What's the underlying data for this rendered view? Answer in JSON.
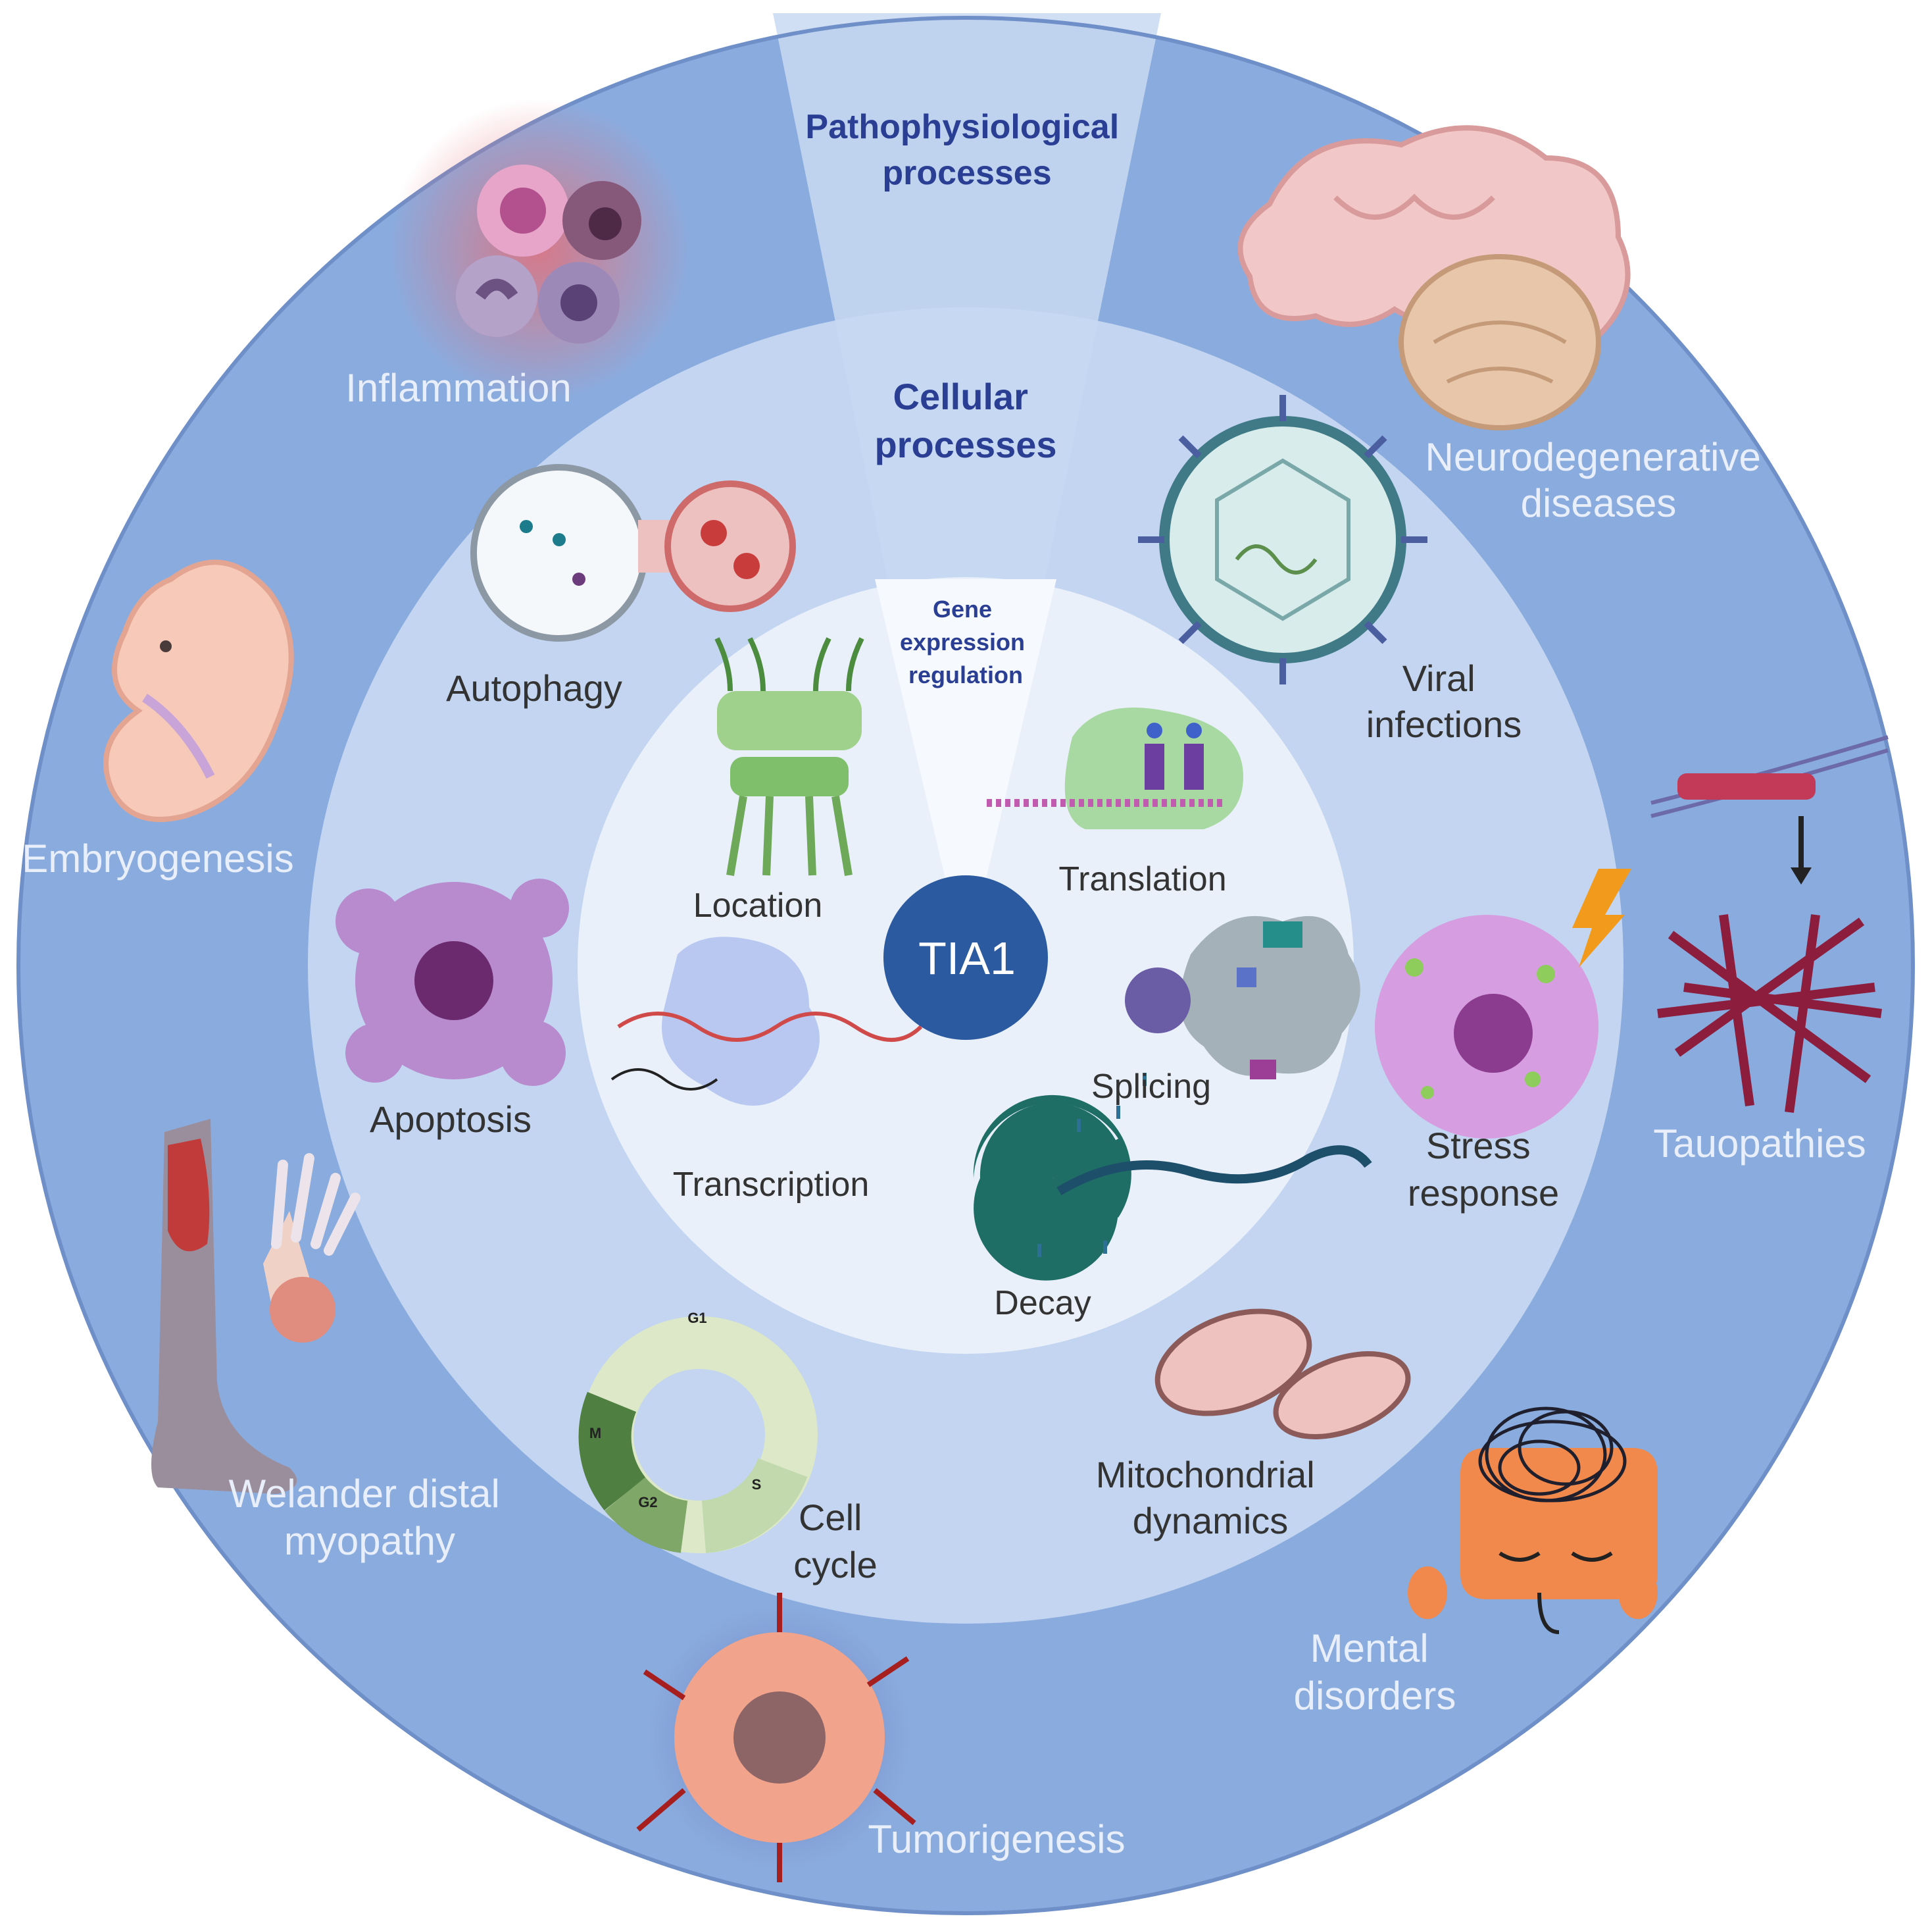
{
  "center": {
    "label": "TIA1"
  },
  "rings": {
    "outer_title": [
      "Pathophysiological",
      "processes"
    ],
    "middle_title": [
      "Cellular",
      "processes"
    ],
    "inner_title": [
      "Gene",
      "expression",
      "regulation"
    ]
  },
  "pathophysiological": {
    "inflammation": [
      "Inflammation"
    ],
    "neurodegenerative": [
      "Neurodegenerative",
      "diseases"
    ],
    "embryogenesis": [
      "Embryogenesis"
    ],
    "tauopathies": [
      "Tauopathies"
    ],
    "welander": [
      "Welander distal",
      "myopathy"
    ],
    "mental": [
      "Mental",
      "disorders"
    ],
    "tumorigenesis": [
      "Tumorigenesis"
    ]
  },
  "cellular": {
    "autophagy": [
      "Autophagy"
    ],
    "viral": [
      "Viral",
      "infections"
    ],
    "apoptosis": [
      "Apoptosis"
    ],
    "stress": [
      "Stress",
      "response"
    ],
    "mitochondrial": [
      "Mitochondrial",
      "dynamics"
    ],
    "cell_cycle": [
      "Cell",
      "cycle"
    ],
    "cell_cycle_phases": [
      "G1",
      "S",
      "G2",
      "M"
    ]
  },
  "gene_expression": {
    "location": [
      "Location"
    ],
    "translation": [
      "Translation"
    ],
    "transcription": [
      "Transcription"
    ],
    "splicing": [
      "Splicing"
    ],
    "decay": [
      "Decay"
    ]
  },
  "colors": {
    "outer_ring": "#8aabde",
    "middle_ring": "#c3d5f0",
    "inner_disc": "#e9f0fa",
    "center_circle": "#2b5aa0",
    "ring_title": "#2a3f94",
    "outer_label": "#e8eefa",
    "inner_label": "#333333"
  }
}
